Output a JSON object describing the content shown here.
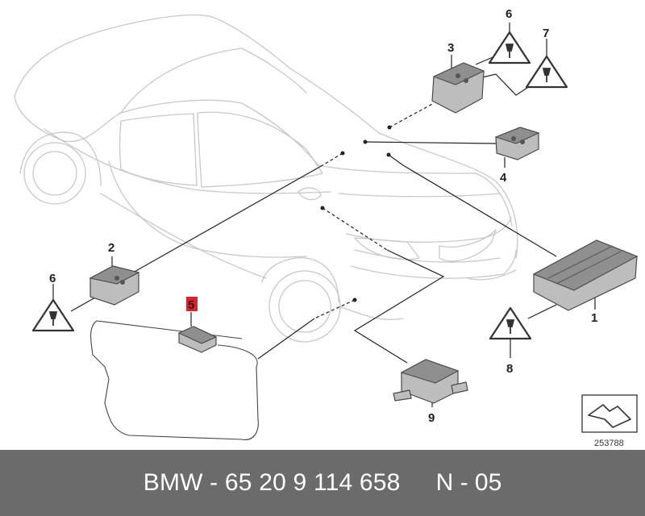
{
  "diagram": {
    "callouts": {
      "c1": "1",
      "c2": "2",
      "c3": "3",
      "c4": "4",
      "c5": "5",
      "c6a": "6",
      "c6b": "6",
      "c7": "7",
      "c8": "8",
      "c9": "9"
    },
    "highlighted_callout": "5",
    "highlight_color": "#e0202a",
    "image_number": "253788"
  },
  "footer": {
    "part_number": "BMW - 65 20 9 114 658",
    "variant": "N - 05"
  }
}
